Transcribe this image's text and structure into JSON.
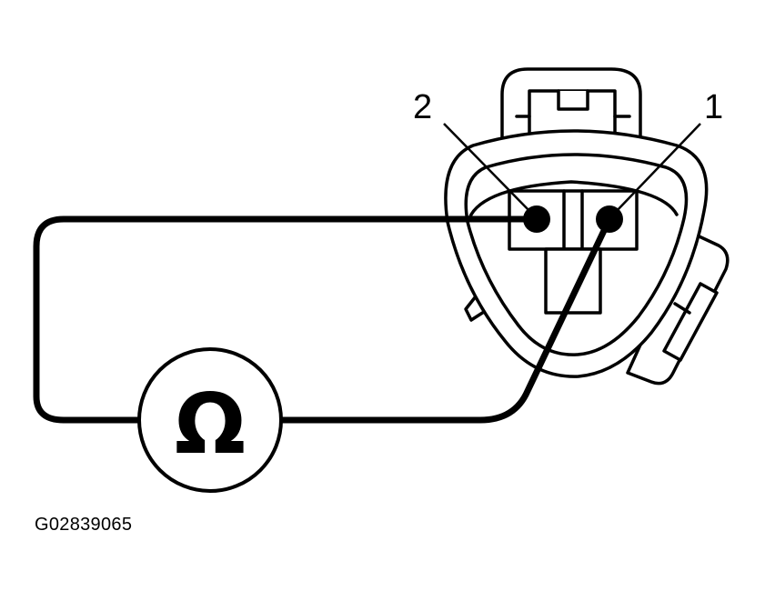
{
  "diagram": {
    "terminal_2_label": "2",
    "terminal_1_label": "1",
    "meter_symbol": "Ω",
    "meter_icon": "ohmmeter-icon",
    "figure_id": "G02839065"
  }
}
